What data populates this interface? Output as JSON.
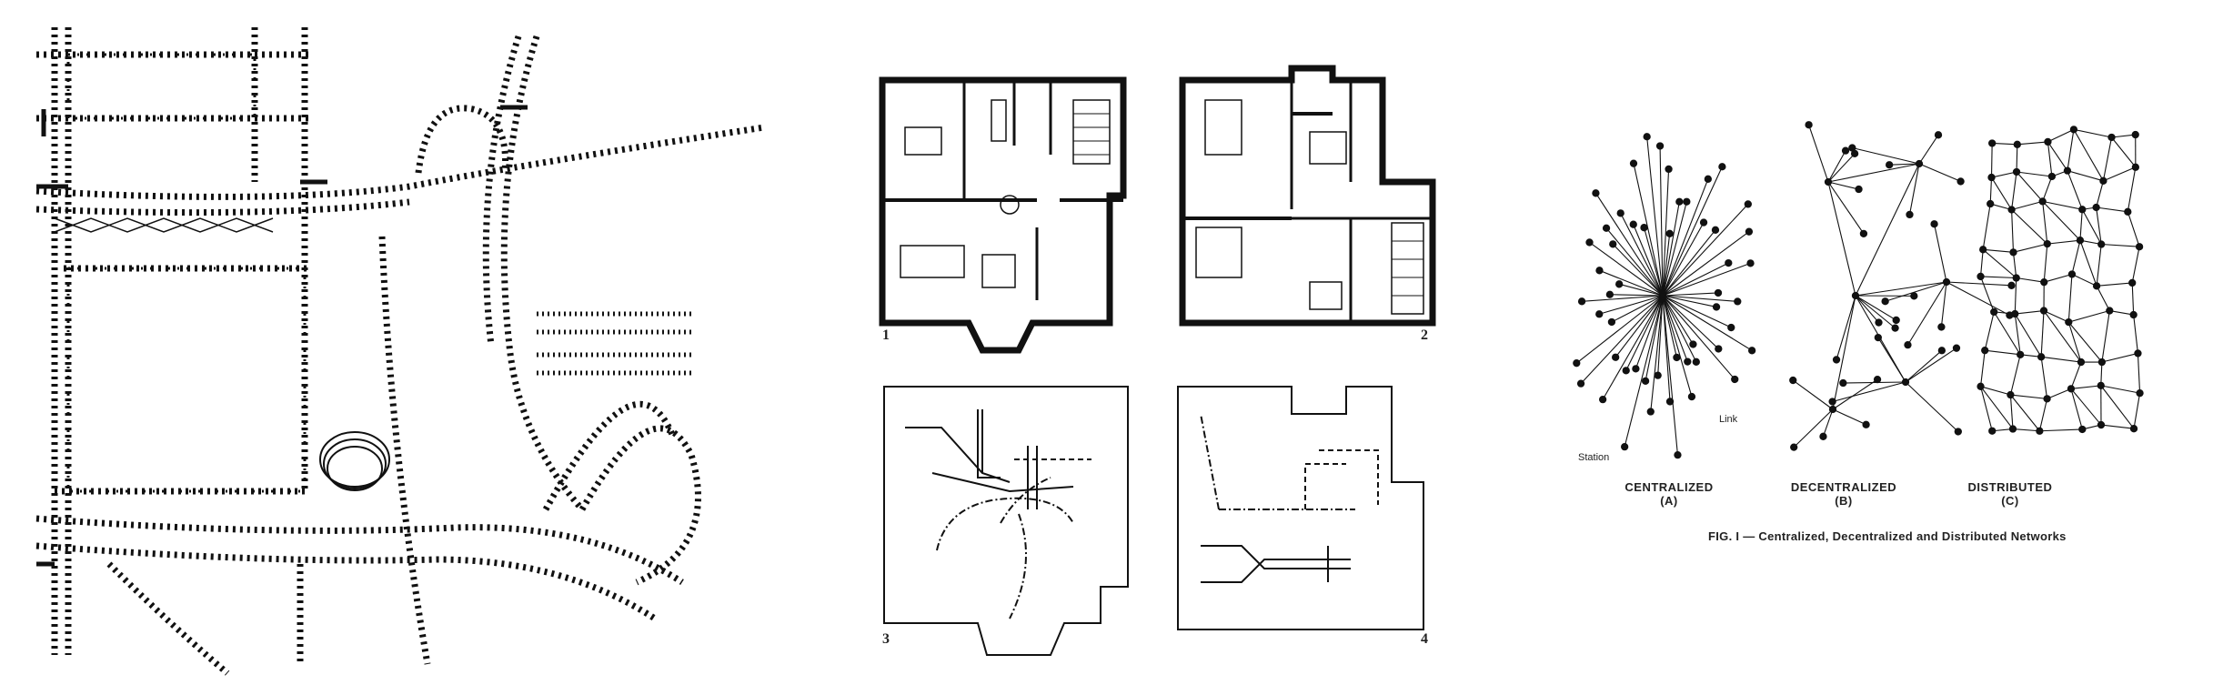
{
  "plans": {
    "numbers": [
      "1",
      "2",
      "3",
      "4"
    ]
  },
  "networks": {
    "centralized_label": "CENTRALIZED",
    "centralized_sub": "(A)",
    "decentralized_label": "DECENTRALIZED",
    "decentralized_sub": "(B)",
    "distributed_label": "DISTRIBUTED",
    "distributed_sub": "(C)",
    "link_annotation": "Link",
    "station_annotation": "Station",
    "caption": "FIG. I — Centralized, Decentralized and Distributed Networks"
  }
}
